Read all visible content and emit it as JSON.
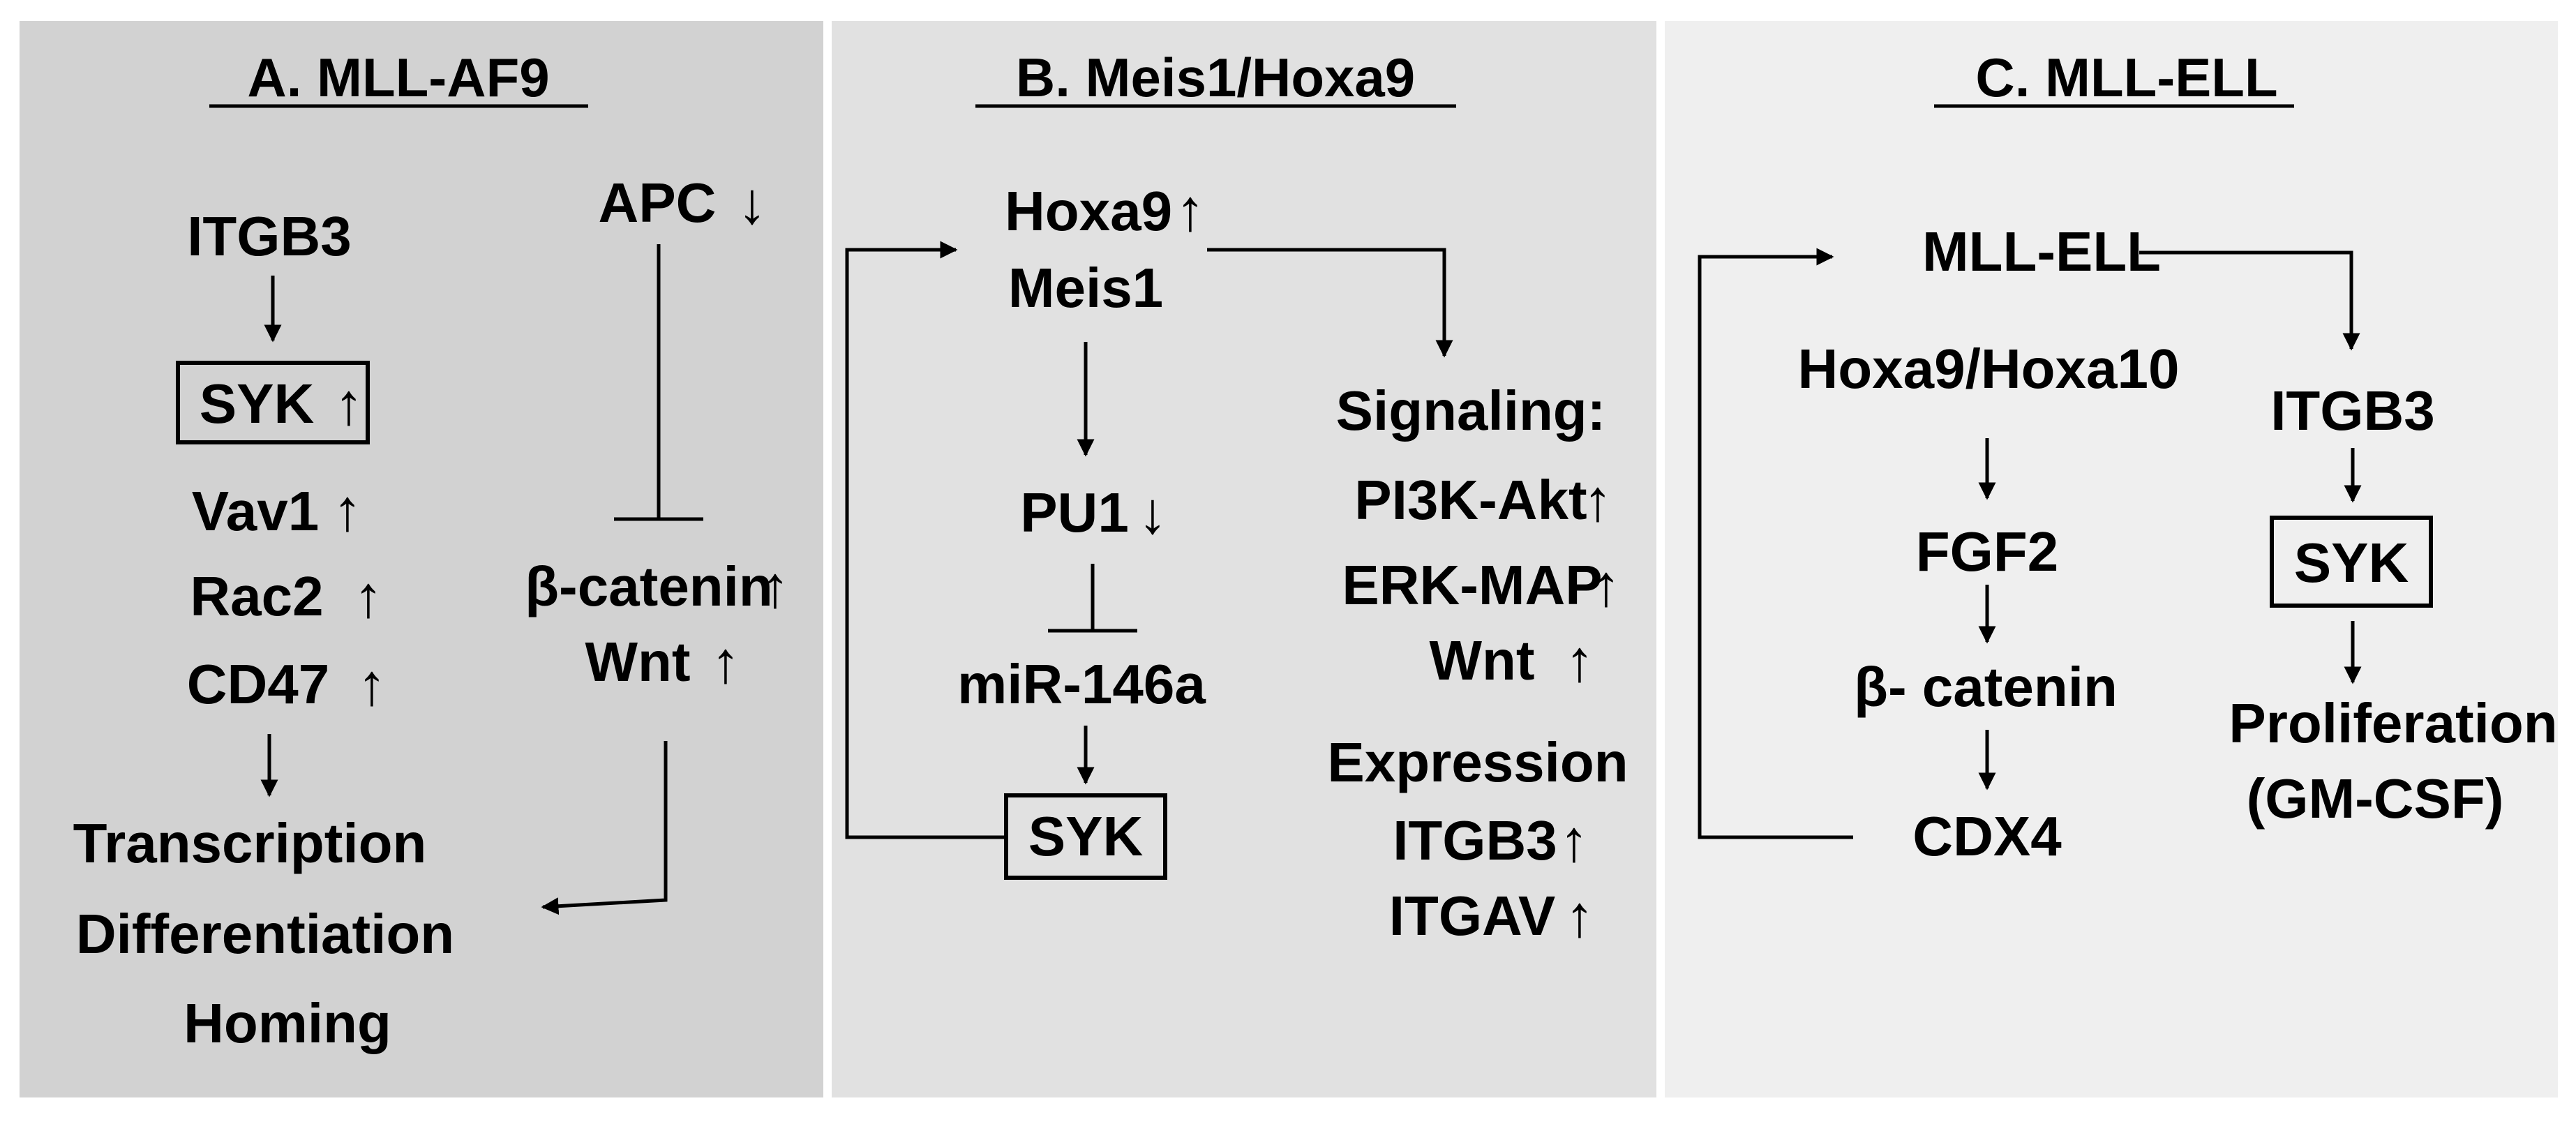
{
  "panels": {
    "a": {
      "title": "A. MLL-AF9",
      "itgb3": "ITGB3",
      "syk": "SYK",
      "vav1": "Vav1",
      "rac2": "Rac2",
      "cd47": "CD47",
      "apc": "APC",
      "beta_catenin": "β-catenin",
      "wnt": "Wnt",
      "transcription": "Transcription",
      "differentiation": "Differentiation",
      "homing": "Homing"
    },
    "b": {
      "title": "B. Meis1/Hoxa9",
      "hoxa9": "Hoxa9",
      "meis1": "Meis1",
      "pu1": "PU1",
      "mir146a": "miR-146a",
      "syk": "SYK",
      "signaling": "Signaling:",
      "pi3k_akt": "PI3K-Akt",
      "erk_map": "ERK-MAP",
      "wnt": "Wnt",
      "expression": "Expression",
      "itgb3": "ITGB3",
      "itgav": "ITGAV"
    },
    "c": {
      "title": "C. MLL-ELL",
      "mll_ell": "MLL-ELL",
      "hoxa9_hoxa10": "Hoxa9/Hoxa10",
      "fgf2": "FGF2",
      "beta_catenin": "β- catenin",
      "cdx4": "CDX4",
      "itgb3": "ITGB3",
      "syk": "SYK",
      "proliferation": "Proliferation",
      "gm_csf": "(GM-CSF)"
    }
  },
  "glyphs": {
    "up": "↑",
    "down": "↓"
  },
  "colors": {
    "panel_a_bg": "#d2d2d2",
    "panel_b_bg": "#e1e1e1",
    "panel_c_bg": "#efefef",
    "ink": "#000000"
  }
}
